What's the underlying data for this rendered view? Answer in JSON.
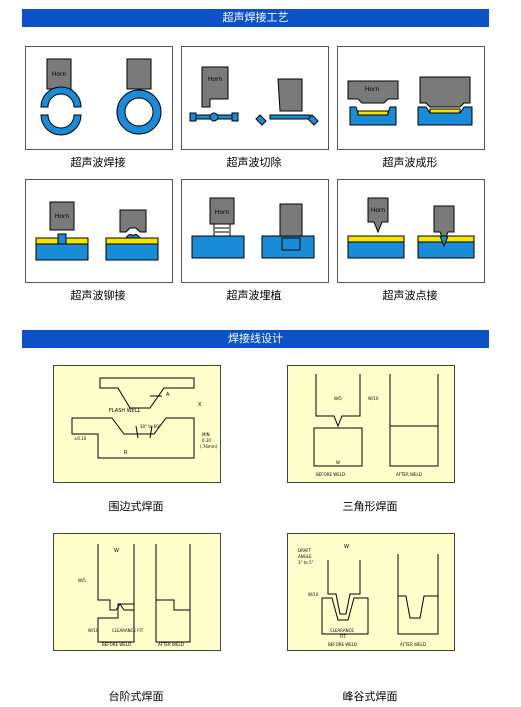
{
  "section1": {
    "title": "超声焊接工艺",
    "horn_label": "Horn",
    "items": [
      {
        "caption": "超声波焊接"
      },
      {
        "caption": "超声波切除"
      },
      {
        "caption": "超声波成形"
      },
      {
        "caption": "超声波铆接"
      },
      {
        "caption": "超声波埋植"
      },
      {
        "caption": "超声波点接"
      }
    ]
  },
  "section2": {
    "title": "焊接线设计",
    "items": [
      {
        "caption": "围边式焊面"
      },
      {
        "caption": "三角形焊面"
      },
      {
        "caption": "台阶式焊面"
      },
      {
        "caption": "峰谷式焊面"
      }
    ],
    "labels": {
      "flash_well": "FLASH WELL",
      "a": "A",
      "x": "X",
      "r": "R",
      "angle": "30° to 60°",
      "min": "MIN",
      "min_val": "0.30",
      "min_mm": "(.76mm)",
      "tol": "±0.10",
      "w": "W",
      "w5": "W/5",
      "w10": "W/10",
      "before_weld": "BEFORE WELD",
      "after_weld": "AFTER WELD",
      "clearance_fit": "CLEARANCE FIT",
      "clearance": "CLEARANCE",
      "fit": "FIT",
      "draft_angle": "DRAFT",
      "draft_angle2": "ANGLE",
      "draft_range": "3° to 5°"
    }
  },
  "colors": {
    "banner": "#0b52c9",
    "part_blue": "#1a8bd6",
    "horn_gray": "#7a7a7a",
    "energy_yellow": "#f4e400",
    "diagram_bg": "#ffffcc"
  }
}
